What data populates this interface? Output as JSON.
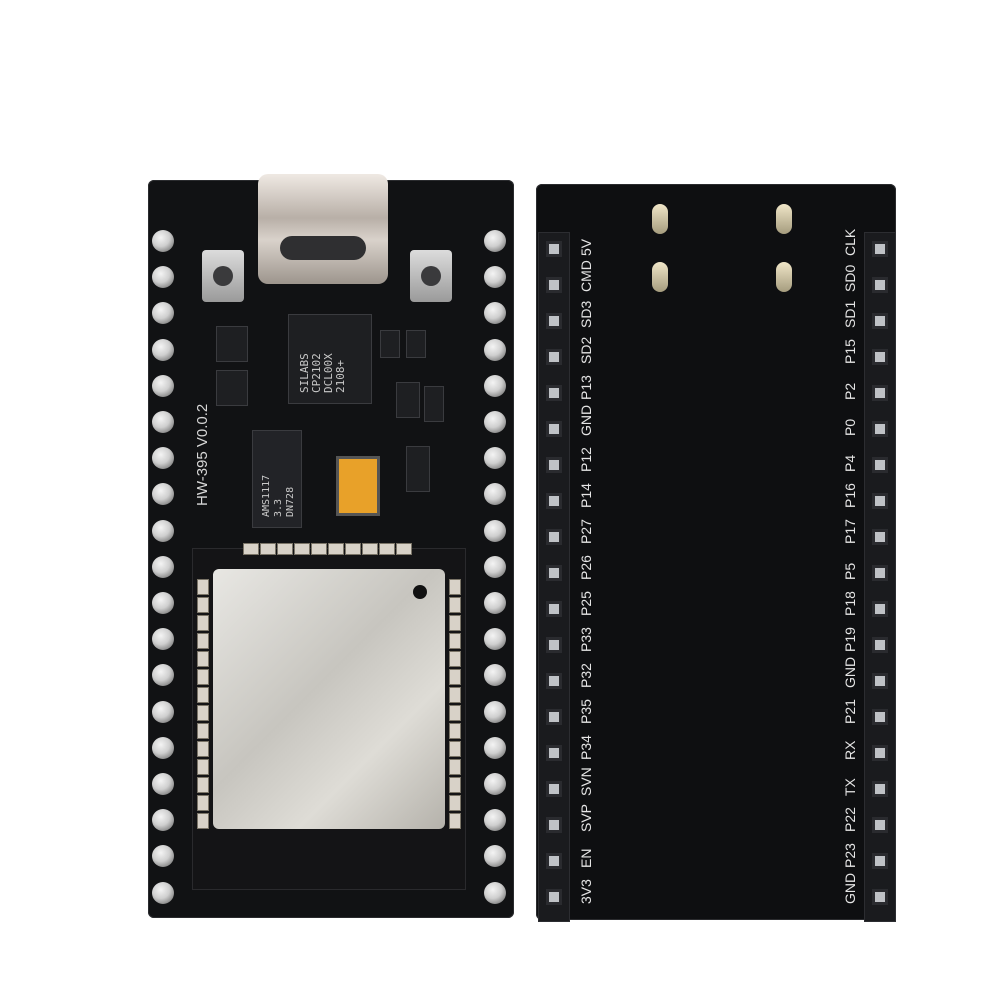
{
  "front": {
    "version_label": "HW-395 V0.0.2",
    "usb_chip_lines": [
      "SILABS",
      "CP2102",
      "DCL00X",
      "2108+"
    ],
    "regulator_lines": [
      "AMS1117",
      "3.3 DN728"
    ]
  },
  "back": {
    "left_labels": [
      "5V",
      "CMD",
      "SD3",
      "SD2",
      "P13",
      "GND",
      "P12",
      "P14",
      "P27",
      "P26",
      "P25",
      "P33",
      "P32",
      "P35",
      "P34",
      "SVN",
      "SVP",
      "EN",
      "3V3"
    ],
    "right_labels": [
      "CLK",
      "SD0",
      "SD1",
      "P15",
      "P2",
      "P0",
      "P4",
      "P16",
      "P17",
      "P5",
      "P18",
      "P19",
      "GND",
      "P21",
      "RX",
      "TX",
      "P22",
      "P23",
      "GND"
    ]
  },
  "colors": {
    "pcb": "#111214",
    "silkscreen": "#e5e5e5",
    "pad": "#cfcfcf",
    "tantalum_cap": "#e8a129"
  }
}
